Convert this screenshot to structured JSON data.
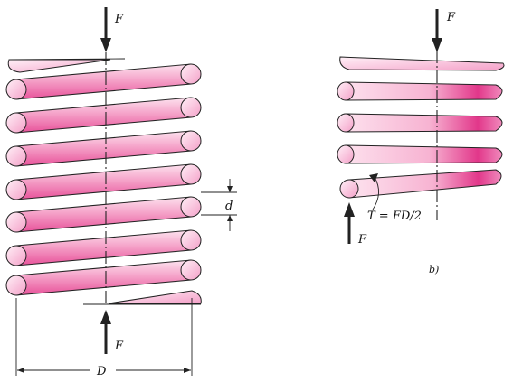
{
  "diagram": {
    "left_spring": {
      "force_top": "F",
      "force_bottom": "F",
      "wire_diameter_label": "d",
      "mean_diameter_label": "D"
    },
    "right_spring": {
      "force_top": "F",
      "force_bottom": "F",
      "torque_label": "T = FD/2",
      "panel_label": "b)"
    },
    "colors": {
      "coil_light": "#fbd3e6",
      "coil_mid": "#f07ab3",
      "coil_dark": "#d9267f",
      "ink": "#222222"
    }
  }
}
